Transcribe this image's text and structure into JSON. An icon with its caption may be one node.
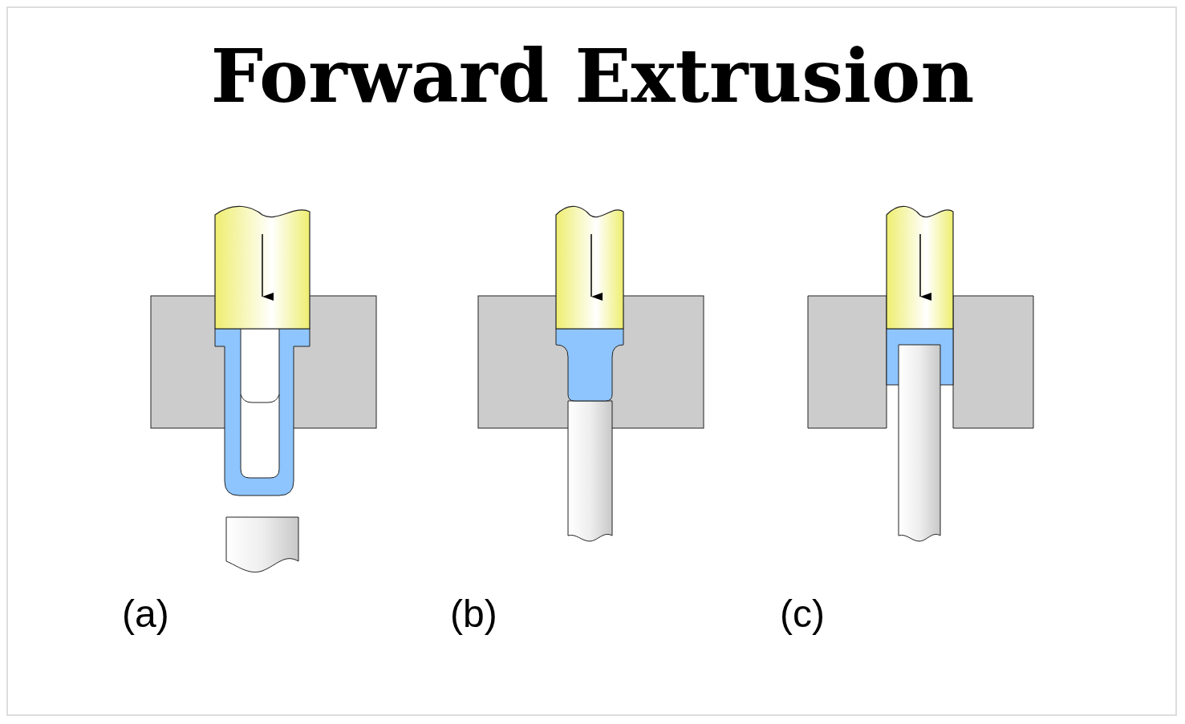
{
  "diagram": {
    "title": "Forward Extrusion",
    "labels": [
      "(a)",
      "(b)",
      "(c)"
    ]
  }
}
